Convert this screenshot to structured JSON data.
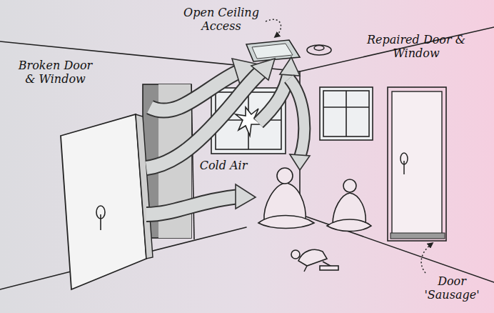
{
  "diagram": {
    "labels": [
      "Open Ceiling Access",
      "Broken Door & Window",
      "Repaired Door & Window",
      "Cold Air",
      "Door 'Sausage'"
    ]
  }
}
